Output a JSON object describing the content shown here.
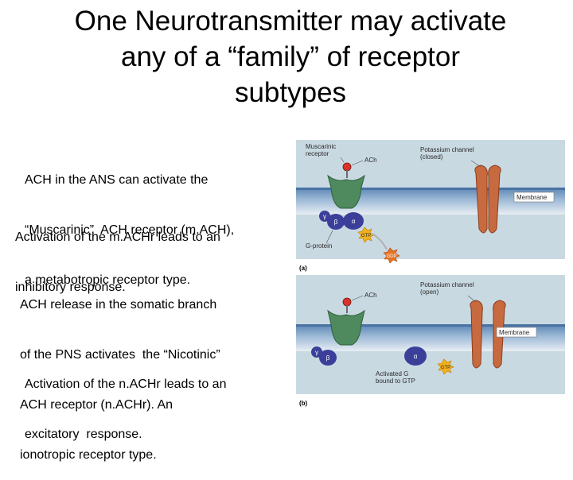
{
  "title": {
    "lines": [
      "One Neurotransmitter may activate",
      "any of a “family” of receptor",
      "subtypes"
    ]
  },
  "text_blocks": {
    "muscarinic": [
      "ACH in the ANS can activate the",
      "“Muscarinic”  ACH receptor (m.ACH),",
      "a metabotropic receptor type."
    ],
    "inhibitory": [
      "Activation of the m.ACHr leads to an",
      "inhibitory response."
    ],
    "nicotinic": [
      "ACH release in the somatic branch",
      "of the PNS activates  the “Nicotinic”",
      "ACH receptor (n.ACHr). An",
      "ionotropic receptor type."
    ],
    "excitatory": [
      "Activation of the n.ACHr leads to an",
      "excitatory  response."
    ]
  },
  "figure": {
    "panel_a": {
      "receptor_label": [
        "Muscarinic",
        "receptor"
      ],
      "ach_label": "ACh",
      "channel_label": [
        "Potassium channel",
        "(closed)"
      ],
      "membrane_label": "Membrane",
      "gprotein_label": "G-protein",
      "gtp_label": "GTP",
      "gdp_label": "GDP",
      "beta": "β",
      "gamma": "γ",
      "alpha": "α",
      "panel_letter": "(a)"
    },
    "panel_b": {
      "ach_label": "ACh",
      "channel_label": [
        "Potassium channel",
        "(open)"
      ],
      "membrane_label": "Membrane",
      "activated_label": [
        "Activated G",
        "bound to GTP"
      ],
      "gtp_label": "GTP",
      "beta": "β",
      "gamma": "γ",
      "alpha": "α",
      "panel_letter": "(b)"
    },
    "colors": {
      "background": "#c9d9e2",
      "membrane_top": "#5b85b5",
      "receptor": "#4e8a5e",
      "gprotein": "#3b3f9a",
      "channel": "#c76a40",
      "ach": "#d8332a",
      "gtp": "#f2b21b"
    }
  }
}
